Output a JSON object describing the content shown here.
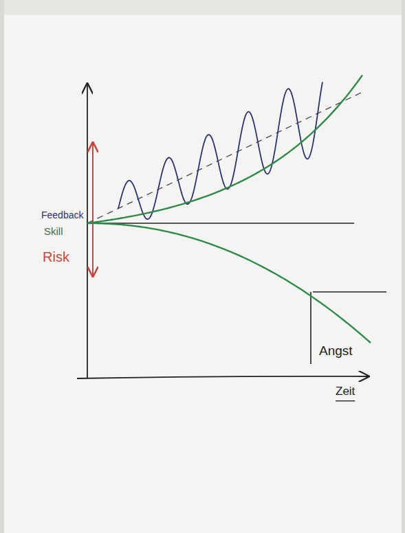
{
  "diagram": {
    "labels": [
      "Feedback",
      "Skill",
      "Risk",
      "Angst",
      "Zeit"
    ]
  }
}
